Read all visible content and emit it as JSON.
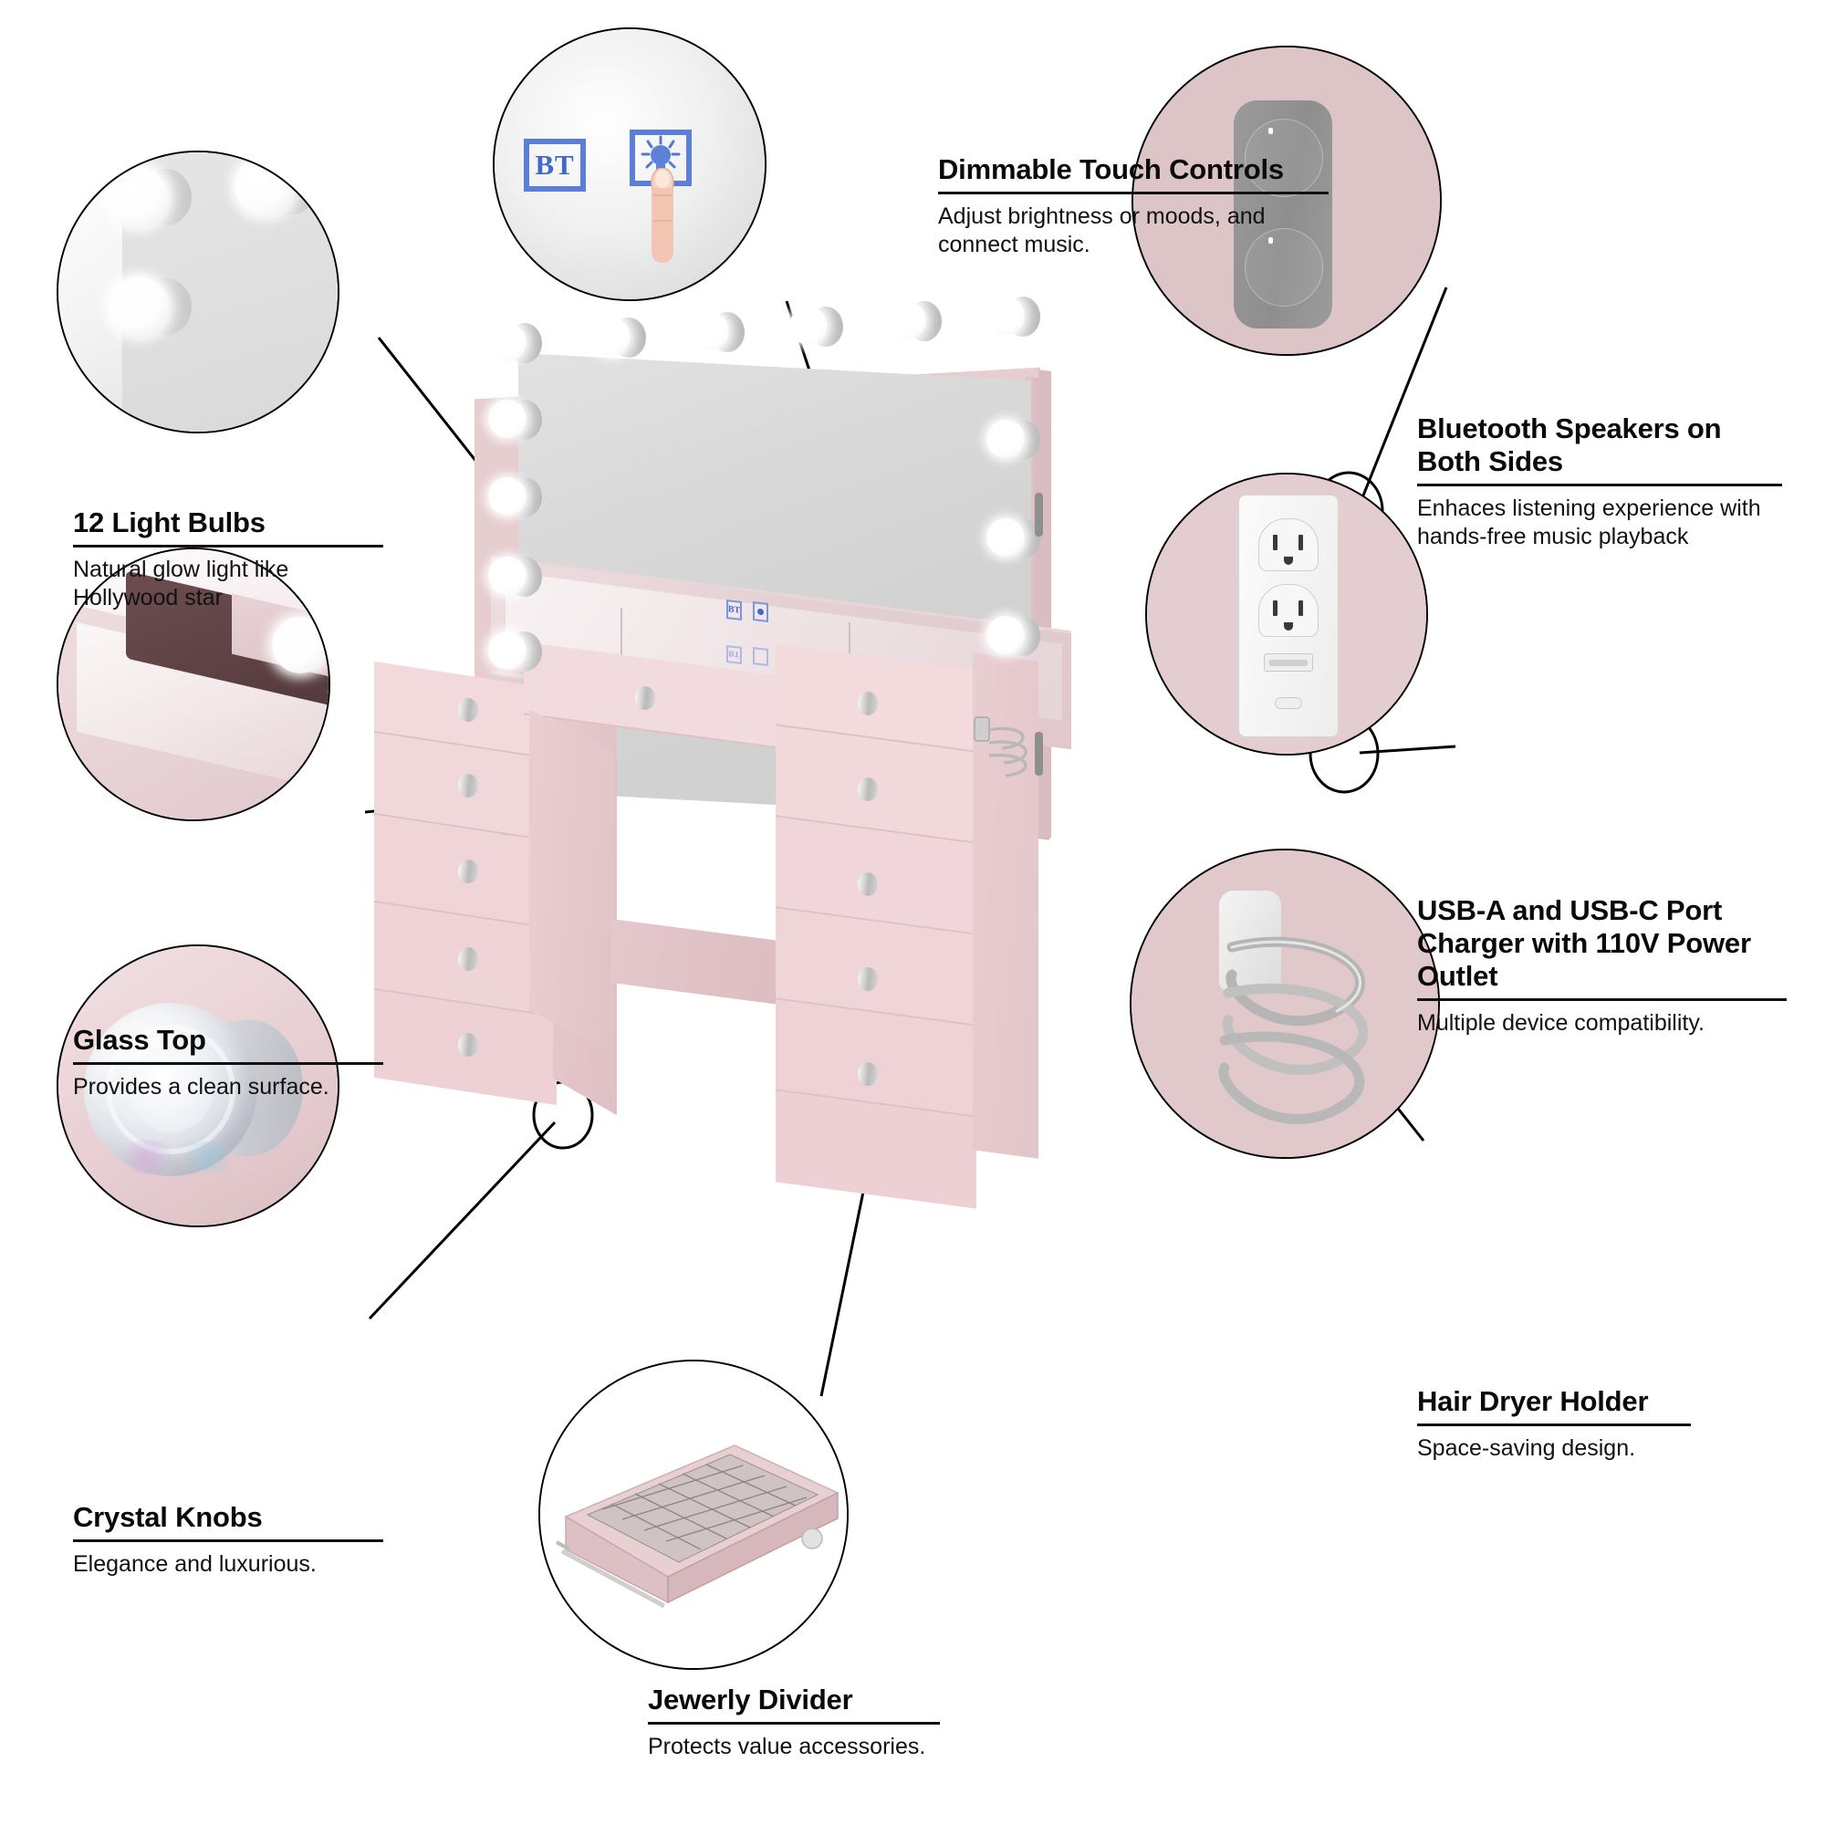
{
  "product": {
    "name": "Hollywood lighted makeup vanity desk",
    "colors": {
      "body_pink": "#f0d7da",
      "frame_pink": "#dfc3c7",
      "mirror_grey": "#d6d6d6",
      "accent_blue": "#4169c9",
      "speaker_grey": "#9a9a9a",
      "rule_black": "#111111"
    },
    "bulb_count": 12
  },
  "callouts": [
    {
      "id": "light-bulbs",
      "title": "12 Light Bulbs",
      "desc": "Natural glow light like\nHollywood star"
    },
    {
      "id": "dimmable-touch-controls",
      "title": "Dimmable Touch Controls",
      "desc": "Adjust brightness or moods, and\nconnect music."
    },
    {
      "id": "bluetooth-speakers",
      "title": "Bluetooth Speakers on\nBoth Sides",
      "desc": "Enhaces listening experience with\nhands-free music playback"
    },
    {
      "id": "usb-ports",
      "title": "USB-A and USB-C Port\nCharger with 110V Power\nOutlet",
      "desc": "Multiple device compatibility."
    },
    {
      "id": "glass-top",
      "title": "Glass Top",
      "desc": "Provides a clean surface."
    },
    {
      "id": "crystal-knobs",
      "title": "Crystal Knobs",
      "desc": "Elegance and luxurious."
    },
    {
      "id": "hair-dryer-holder",
      "title": "Hair Dryer Holder",
      "desc": "Space-saving design."
    },
    {
      "id": "jewerly-divider",
      "title": "Jewerly Divider",
      "desc": "Protects value accessories."
    }
  ],
  "touch_controls": {
    "bluetooth_label": "BT",
    "light_label": "light-bulb-glyph"
  },
  "icons": {
    "bluetooth_touch_icon": "bt-touch-icon",
    "light_touch_icon": "light-touch-icon",
    "finger_icon": "pointing-finger-icon",
    "speaker_icon": "speaker-grille-icon",
    "outlet_icon": "power-outlet-icon",
    "usb_icon": "usb-port-icon",
    "crystal_knob_icon": "crystal-knob-icon",
    "hair_dryer_holder_icon": "hair-dryer-holder-icon",
    "jewelry_tray_icon": "jewelry-tray-icon",
    "glass_top_icon": "glass-top-corner-icon",
    "bulb_icon": "light-bulb-icon"
  }
}
